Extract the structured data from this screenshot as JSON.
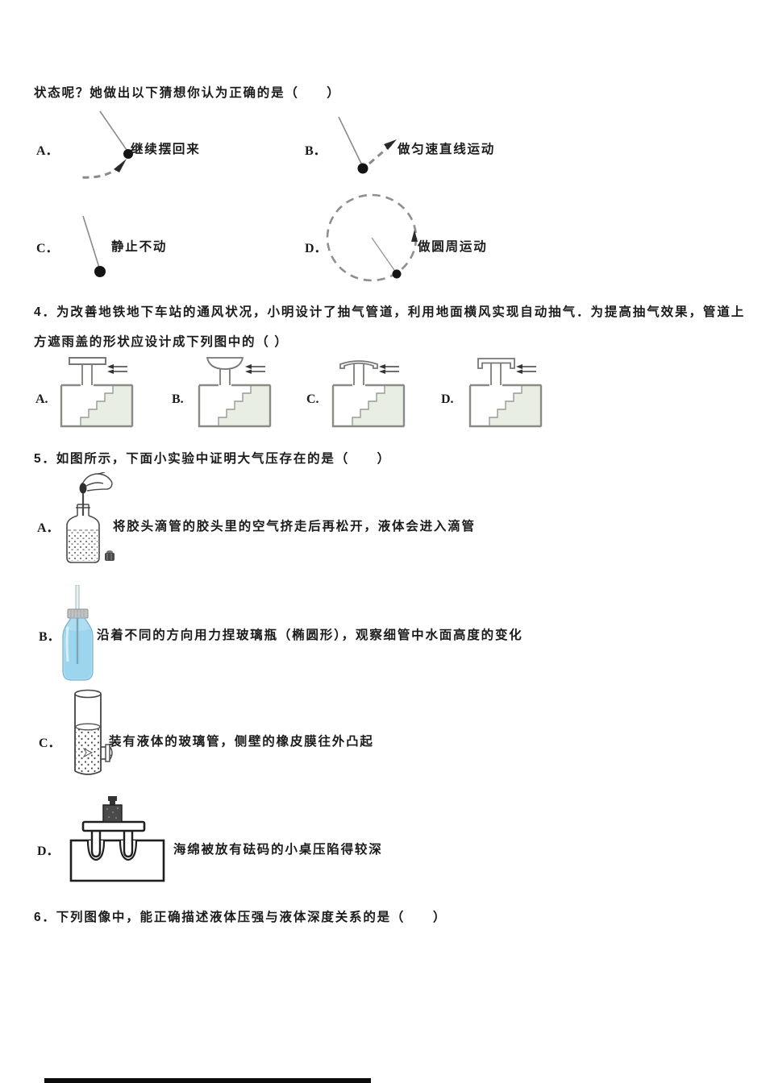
{
  "document": {
    "q3": {
      "intro": "状态呢？她做出以下猜想你认为正确的是（　　）",
      "options": [
        {
          "label": "A．",
          "text": "继续摆回来"
        },
        {
          "label": "B．",
          "text": "做匀速直线运动"
        },
        {
          "label": "C．",
          "text": "静止不动"
        },
        {
          "label": "D．",
          "text": "做圆周运动"
        }
      ]
    },
    "q4": {
      "text": "4．为改善地铁地下车站的通风状况，小明设计了抽气管道，利用地面横风实现自动抽气．为提高抽气效果，管道上方遮雨盖的形状应设计成下列图中的（ ）",
      "option_labels": [
        "A.",
        "B.",
        "C.",
        "D."
      ]
    },
    "q5": {
      "text": "5．如图所示，下面小实验中证明大气压存在的是（　　）",
      "options": [
        {
          "label": "A．",
          "text": "将胶头滴管的胶头里的空气挤走后再松开，液体会进入滴管"
        },
        {
          "label": "B．",
          "text": "沿着不同的方向用力捏玻璃瓶（椭圆形），观察细管中水面高度的变化"
        },
        {
          "label": "C．",
          "text": "装有液体的玻璃管，侧壁的橡皮膜往外凸起"
        },
        {
          "label": "D．",
          "text": "海绵被放有砝码的小桌压陷得较深"
        }
      ]
    },
    "q6": {
      "text": "6．下列图像中，能正确描述液体压强与液体深度关系的是（　　）"
    }
  },
  "colors": {
    "text": "#1b1b1b",
    "diagram_stroke": "#808080",
    "stair_fill": "#e9eee4",
    "bottle_blue": "#aedcf0",
    "bottle_liquid_blue": "#97d3ee",
    "cap_gray": "#c2c2c2"
  }
}
